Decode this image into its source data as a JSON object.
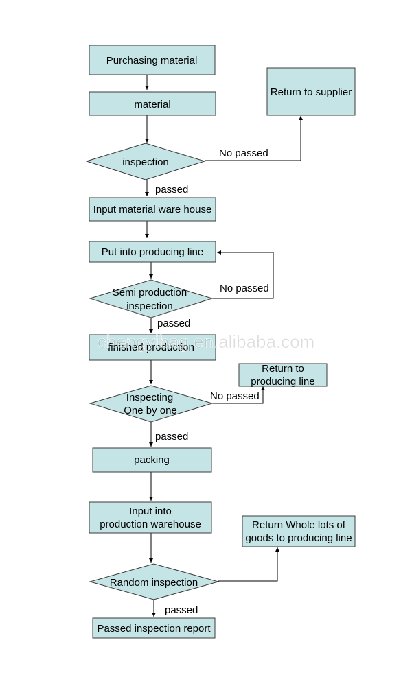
{
  "nodes": {
    "purchasing": "Purchasing material",
    "material": "material",
    "inspection": "inspection",
    "return_supplier": "Return to supplier",
    "input_material": "Input material ware house",
    "put_line": "Put into producing line",
    "semi_1": "Semi production",
    "semi_2": "inspection",
    "finished": "finished production",
    "return_line_1": "Return to",
    "return_line_2": "producing line",
    "one_1": "Inspecting",
    "one_2": "One by one",
    "packing": "packing",
    "input_prod_1": "Input into",
    "input_prod_2": "production warehouse",
    "return_whole_1": "Return Whole lots of",
    "return_whole_2": "goods to producing line",
    "random": "Random inspection",
    "report": "Passed inspection report"
  },
  "edges": {
    "no_passed_1": "No passed",
    "passed_1": "passed",
    "no_passed_2": "No passed",
    "passed_2": "passed",
    "no_passed_3": "No passed",
    "passed_3": "passed",
    "passed_4": "passed"
  },
  "watermark": "chengyibag.en.alibaba.com",
  "colors": {
    "node_fill": "#c5e4e6",
    "node_stroke": "#3a3a3a",
    "line": "#000000"
  }
}
